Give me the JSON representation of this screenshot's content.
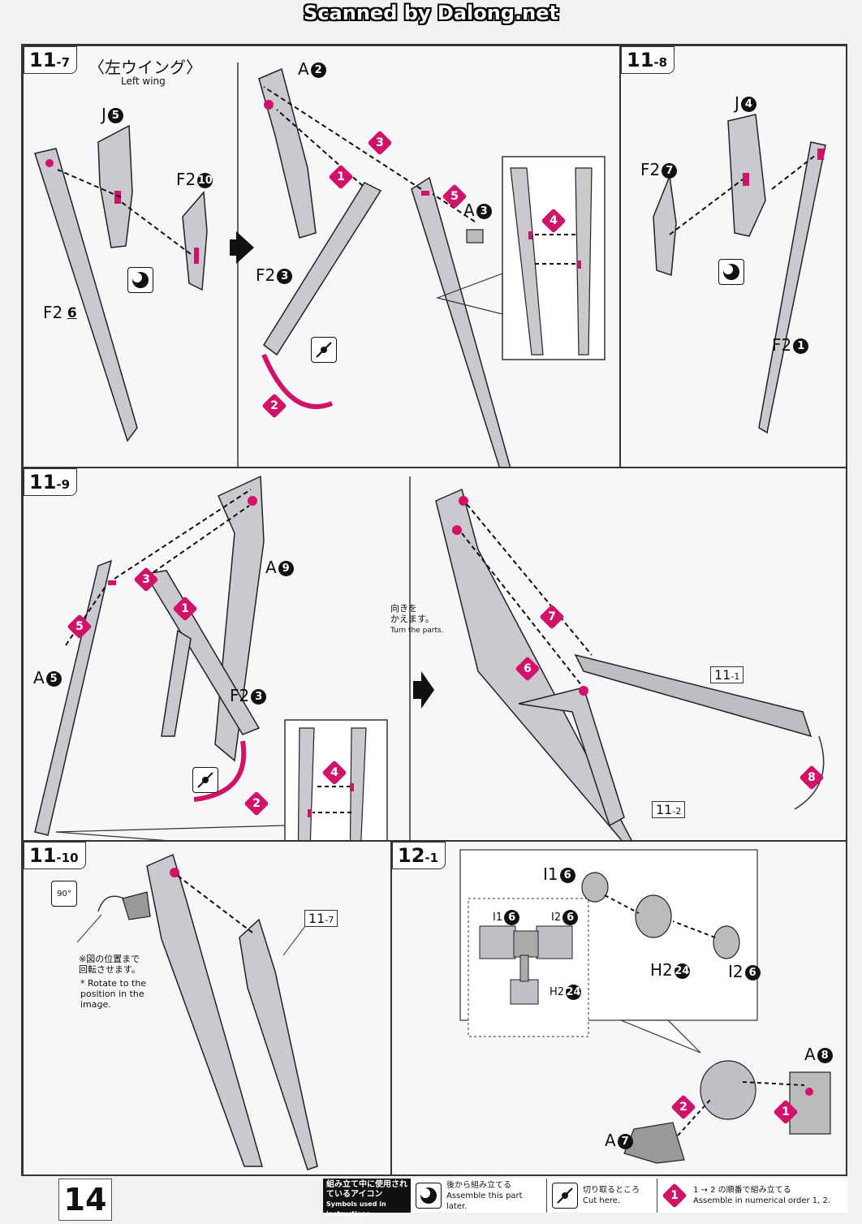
{
  "watermark": "Scanned by Dalong.net",
  "page_number": "14",
  "colors": {
    "accent": "#d1126b",
    "ink": "#111111",
    "part": "#c8c6cc"
  },
  "steps": {
    "s11_7": {
      "num": "11",
      "sub": "-7",
      "title_jp": "〈左ウイング〉",
      "title_en": "Left wing",
      "parts": {
        "j5": "J",
        "j5_n": "5",
        "f2_10": "F2",
        "f2_10_n": "10",
        "f2_6": "F2",
        "f2_6_n": "6",
        "a2": "A",
        "a2_n": "2",
        "f2_3": "F2",
        "f2_3_n": "3",
        "a3": "A",
        "a3_n": "3"
      },
      "seq": [
        "1",
        "2",
        "3",
        "4",
        "5"
      ]
    },
    "s11_8": {
      "num": "11",
      "sub": "-8",
      "parts": {
        "j4": "J",
        "j4_n": "4",
        "f2_7": "F2",
        "f2_7_n": "7",
        "f2_1": "F2",
        "f2_1_n": "1"
      }
    },
    "s11_9": {
      "num": "11",
      "sub": "-9",
      "parts": {
        "a9": "A",
        "a9_n": "9",
        "a5": "A",
        "a5_n": "5",
        "f2_3": "F2",
        "f2_3_n": "3"
      },
      "seq": [
        "1",
        "2",
        "3",
        "4",
        "5",
        "6",
        "7",
        "8"
      ],
      "turn_jp": "向きを\nかえます。",
      "turn_en": "Turn the parts.",
      "ref_a": "11",
      "ref_a_sub": "-1",
      "ref_b": "11",
      "ref_b_sub": "-2"
    },
    "s11_10": {
      "num": "11",
      "sub": "-10",
      "angle": "90°",
      "note_jp": "※図の位置まで\n回転させます。",
      "note_en": "* Rotate to the\nposition in the\nimage.",
      "ref": "11",
      "ref_sub": "-7"
    },
    "s12_1": {
      "num": "12",
      "sub": "-1",
      "parts": {
        "i1_6": "I1",
        "i1_6_n": "6",
        "i2_6": "I2",
        "i2_6_n": "6",
        "h2_24": "H2",
        "h2_24_n": "24",
        "a8": "A",
        "a8_n": "8",
        "a7": "A",
        "a7_n": "7"
      },
      "seq": [
        "1",
        "2"
      ]
    }
  },
  "legend": {
    "title_jp": "組み立て中に使用されているアイコン",
    "title_en": "Symbols used in instructions",
    "later_jp": "後から組み立てる",
    "later_en": "Assemble this part later.",
    "cut_jp": "切り取るところ",
    "cut_en": "Cut here.",
    "order_jp": "1 → 2 の順番で組み立てる",
    "order_en": "Assemble in numerical order 1, 2.",
    "order_badge": "1"
  }
}
